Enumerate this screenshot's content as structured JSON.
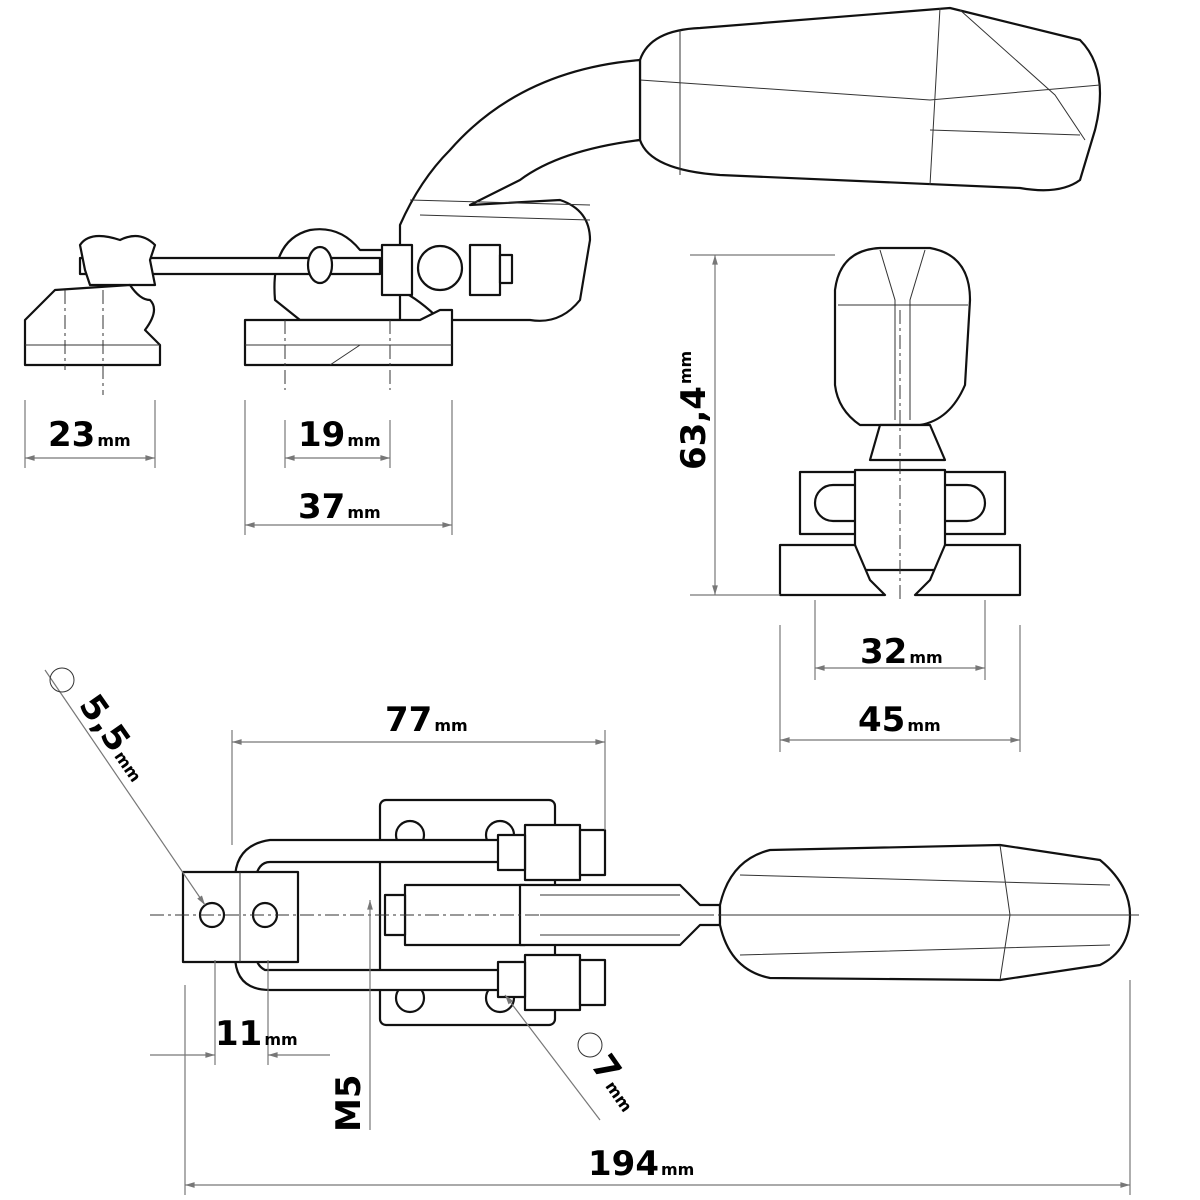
{
  "title": "Horizontal latch toggle clamp dimension drawing",
  "colors": {
    "line": "#111111",
    "dimension": "#777777",
    "background": "#ffffff"
  },
  "dimensions": {
    "base_left_width": {
      "value": "23",
      "unit": "mm"
    },
    "base_hole_spacing": {
      "value": "19",
      "unit": "mm"
    },
    "base_right_width": {
      "value": "37",
      "unit": "mm"
    },
    "height": {
      "value": "63,4",
      "unit": "mm"
    },
    "front_hole_spacing": {
      "value": "32",
      "unit": "mm"
    },
    "front_width": {
      "value": "45",
      "unit": "mm"
    },
    "frame_length": {
      "value": "77",
      "unit": "mm"
    },
    "hook_hole_diameter": {
      "symbol": "⌀",
      "value": "5,5",
      "unit": "mm"
    },
    "hook_width": {
      "value": "11",
      "unit": "mm"
    },
    "thread": {
      "value": "M5"
    },
    "mount_hole_diameter": {
      "symbol": "⌀",
      "value": "7",
      "unit": "mm"
    },
    "overall_length": {
      "value": "194",
      "unit": "mm"
    }
  }
}
